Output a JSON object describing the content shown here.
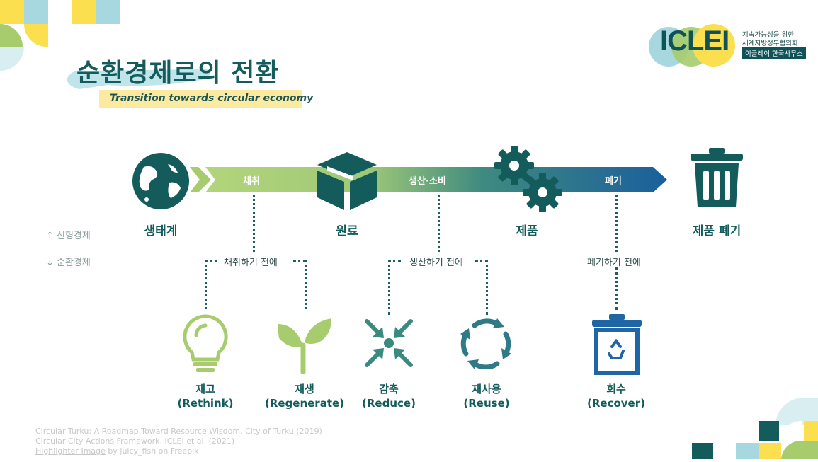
{
  "title": "순환경제로의 전환",
  "subtitle": "Transition towards circular economy",
  "logo": {
    "name": "ICLEI",
    "tagline1": "지속가능성을 위한",
    "tagline2": "세계지방정부협의회",
    "office": "이클레이 한국사무소"
  },
  "linear": {
    "stages": [
      "채취",
      "생산·소비",
      "폐기"
    ],
    "nodes": [
      "생태계",
      "원료",
      "제품",
      "제품 폐기"
    ],
    "node_icons": [
      "globe-icon",
      "box-icon",
      "gears-icon",
      "trash-icon"
    ]
  },
  "axis": {
    "linear_label": "↑ 선형경제",
    "circular_label": "↓ 순환경제"
  },
  "before": [
    "채취하기 전에",
    "생산하기 전에",
    "폐기하기 전에"
  ],
  "strategies": [
    {
      "ko": "재고",
      "en": "(Rethink)",
      "icon": "lightbulb-icon"
    },
    {
      "ko": "재생",
      "en": "(Regenerate)",
      "icon": "sprout-icon"
    },
    {
      "ko": "감축",
      "en": "(Reduce)",
      "icon": "reduce-arrows-icon"
    },
    {
      "ko": "재사용",
      "en": "(Reuse)",
      "icon": "reuse-arrows-icon"
    },
    {
      "ko": "회수",
      "en": "(Recover)",
      "icon": "recycle-bin-icon"
    }
  ],
  "credits": {
    "line1": "Circular Turku: A Roadmap Toward Resource Wisdom, City of Turku (2019)",
    "line2": "Circular City Actions Framework, ICLEI et al. (2021)",
    "line3_link": "Highlighter Image",
    "line3_rest": " by juicy_fish on Freepik"
  },
  "colors": {
    "teal": "#145c5c",
    "green": "#a6cc6e",
    "blue": "#1f66a6",
    "yellow": "#fcdf4f",
    "lightblue": "#a8d8df"
  }
}
